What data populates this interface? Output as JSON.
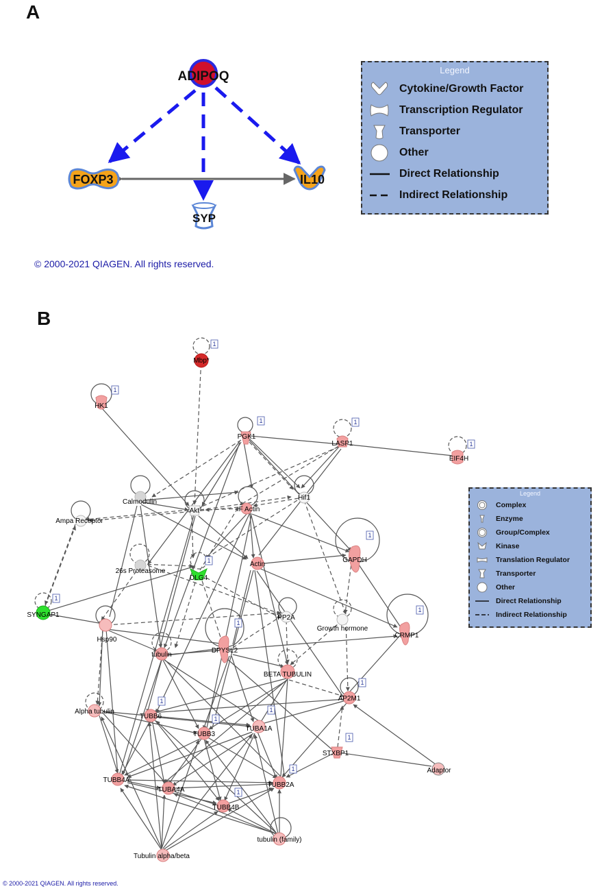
{
  "panelA": {
    "letter": "A",
    "copyright": "© 2000-2021 QIAGEN. All rights reserved.",
    "nodes": {
      "adipoq": "ADIPOQ",
      "foxp3": "FOXP3",
      "il10": "IL10",
      "syp": "SYP"
    },
    "legend": {
      "title": "Legend",
      "items": [
        {
          "icon": "cytokine-growth-factor-icon",
          "label": "Cytokine/Growth Factor"
        },
        {
          "icon": "transcription-regulator-icon",
          "label": "Transcription Regulator"
        },
        {
          "icon": "transporter-icon",
          "label": "Transporter"
        },
        {
          "icon": "other-icon",
          "label": "Other"
        },
        {
          "icon": "direct-relationship-icon",
          "label": "Direct Relationship"
        },
        {
          "icon": "indirect-relationship-icon",
          "label": "Indirect Relationship"
        }
      ]
    },
    "colors": {
      "upregulated": "#d0102c",
      "orange": "#f5a31a",
      "blue_edge": "#1a1aee",
      "grey_edge": "#666666",
      "outline": "#5b86d6"
    }
  },
  "panelB": {
    "letter": "B",
    "copyright": "© 2000-2021 QIAGEN. All rights reserved.",
    "nodes": {
      "mbp": "Mbp*",
      "hk1": "HK1",
      "pgk1": "PGK1",
      "lasp1": "LASP1",
      "eif4h": "EIF4H",
      "calmodulin": "Calmodulin",
      "akt": "Akt",
      "factin": "F Actin",
      "hif1": "Hif1",
      "ampa": "Ampa Receptor",
      "actin": "Actin",
      "gapdh": "GAPDH",
      "proteasome": "26s Proteasome",
      "dlg4": "DLG4",
      "syngap1": "SYNGAP1",
      "pp2a": "PP2A",
      "growth": "Growth hormone",
      "crmp1": "CRMP1",
      "hsp90": "Hsp90",
      "tubulin": "tubulin",
      "dpysl2": "DPYSL2",
      "betatub": "BETA TUBULIN",
      "ap2m1": "AP2M1",
      "alphatub": "Alpha tubulin",
      "tubb6": "TUBB6",
      "tubb3": "TUBB3",
      "tuba1a": "TUBA1A",
      "stxbp1": "STXBP1",
      "adaptor": "Adaptor",
      "tubb4a": "TUBB4A",
      "tuba4a": "TUBA4A",
      "tubb4b": "TUBB4B",
      "tubb2a": "TUBB2A",
      "tubfam": "tubulin (family)",
      "tubab": "Tubulin alpha/beta"
    },
    "badge": "1",
    "legend": {
      "title": "Legend",
      "items": [
        {
          "icon": "complex-icon",
          "label": "Complex"
        },
        {
          "icon": "enzyme-icon",
          "label": "Enzyme"
        },
        {
          "icon": "group-complex-icon",
          "label": "Group/Complex"
        },
        {
          "icon": "kinase-icon",
          "label": "Kinase"
        },
        {
          "icon": "translation-regulator-icon",
          "label": "Translation Regulator"
        },
        {
          "icon": "transporter-icon",
          "label": "Transporter"
        },
        {
          "icon": "other-icon",
          "label": "Other"
        },
        {
          "icon": "direct-relationship-icon",
          "label": "Direct Relationship"
        },
        {
          "icon": "indirect-relationship-icon",
          "label": "Indirect Relationship"
        }
      ]
    },
    "colors": {
      "strong_red": "#d42a2a",
      "pink": "#f2a0a0",
      "light_pink": "#f6bcbc",
      "green": "#2ee02e",
      "grey": "#d6d6d6",
      "edge": "#555555"
    }
  }
}
